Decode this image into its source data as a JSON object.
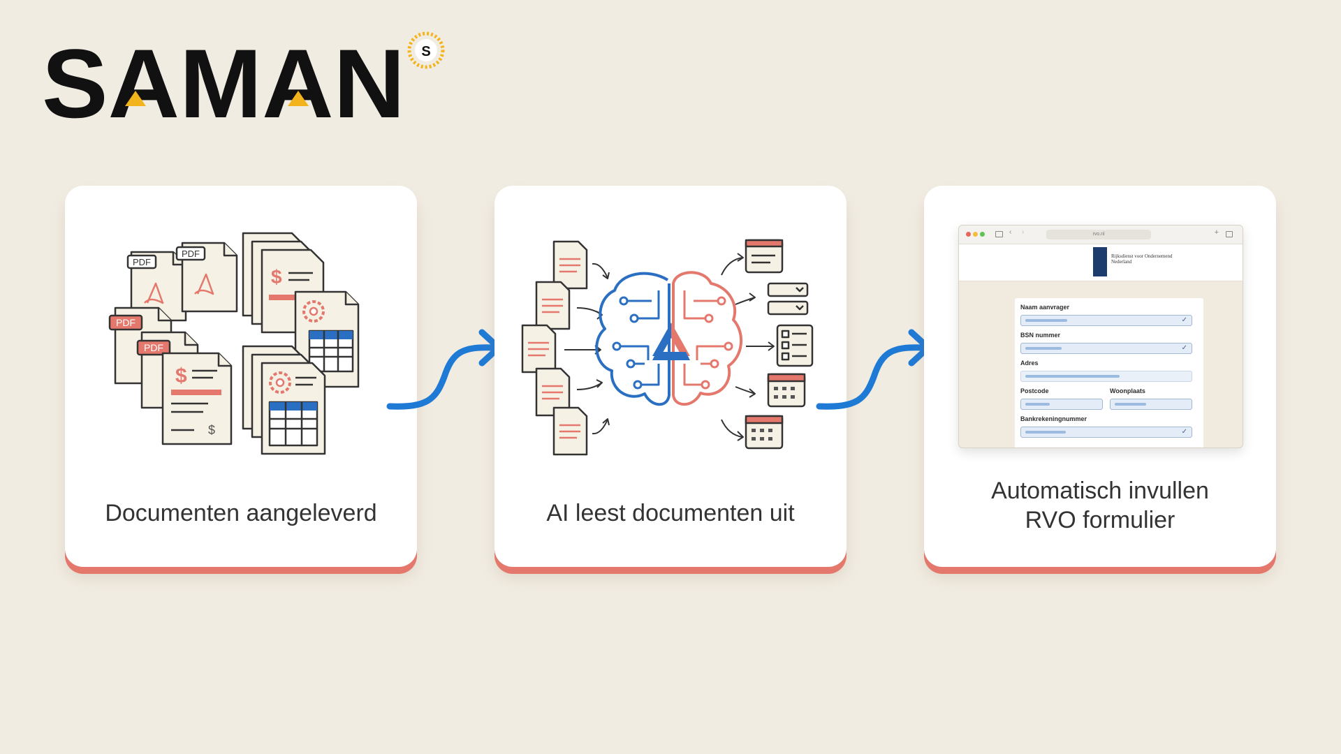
{
  "logo": {
    "text": "SAMAN",
    "badge": "S"
  },
  "steps": [
    {
      "caption_lines": [
        "Documenten aangeleverd"
      ]
    },
    {
      "caption_lines": [
        "AI leest documenten uit"
      ]
    },
    {
      "caption_lines": [
        "Automatisch invullen",
        "RVO formulier"
      ]
    }
  ],
  "doc_labels": {
    "pdf": "PDF",
    "currency": "$"
  },
  "browser": {
    "url": "rvo.nl",
    "org_line1": "Rijksdienst voor Ondernemend",
    "org_line2": "Nederland"
  },
  "form": {
    "fields": [
      {
        "label": "Naam aanvrager",
        "check": "✓"
      },
      {
        "label": "BSN nummer",
        "check": "✓"
      },
      {
        "label": "Adres",
        "check": ""
      },
      {
        "label": "Postcode",
        "check": ""
      },
      {
        "label": "Woonplaats",
        "check": ""
      },
      {
        "label": "Bankrekeningnummer",
        "check": "✓"
      }
    ]
  },
  "colors": {
    "background": "#f1ece2",
    "card": "#ffffff",
    "card_edge": "#e4786d",
    "arrow_blue": "#1f7ad6",
    "doc_red": "#e4786d",
    "logo_black": "#111111",
    "logo_accent": "#f3b31c"
  }
}
